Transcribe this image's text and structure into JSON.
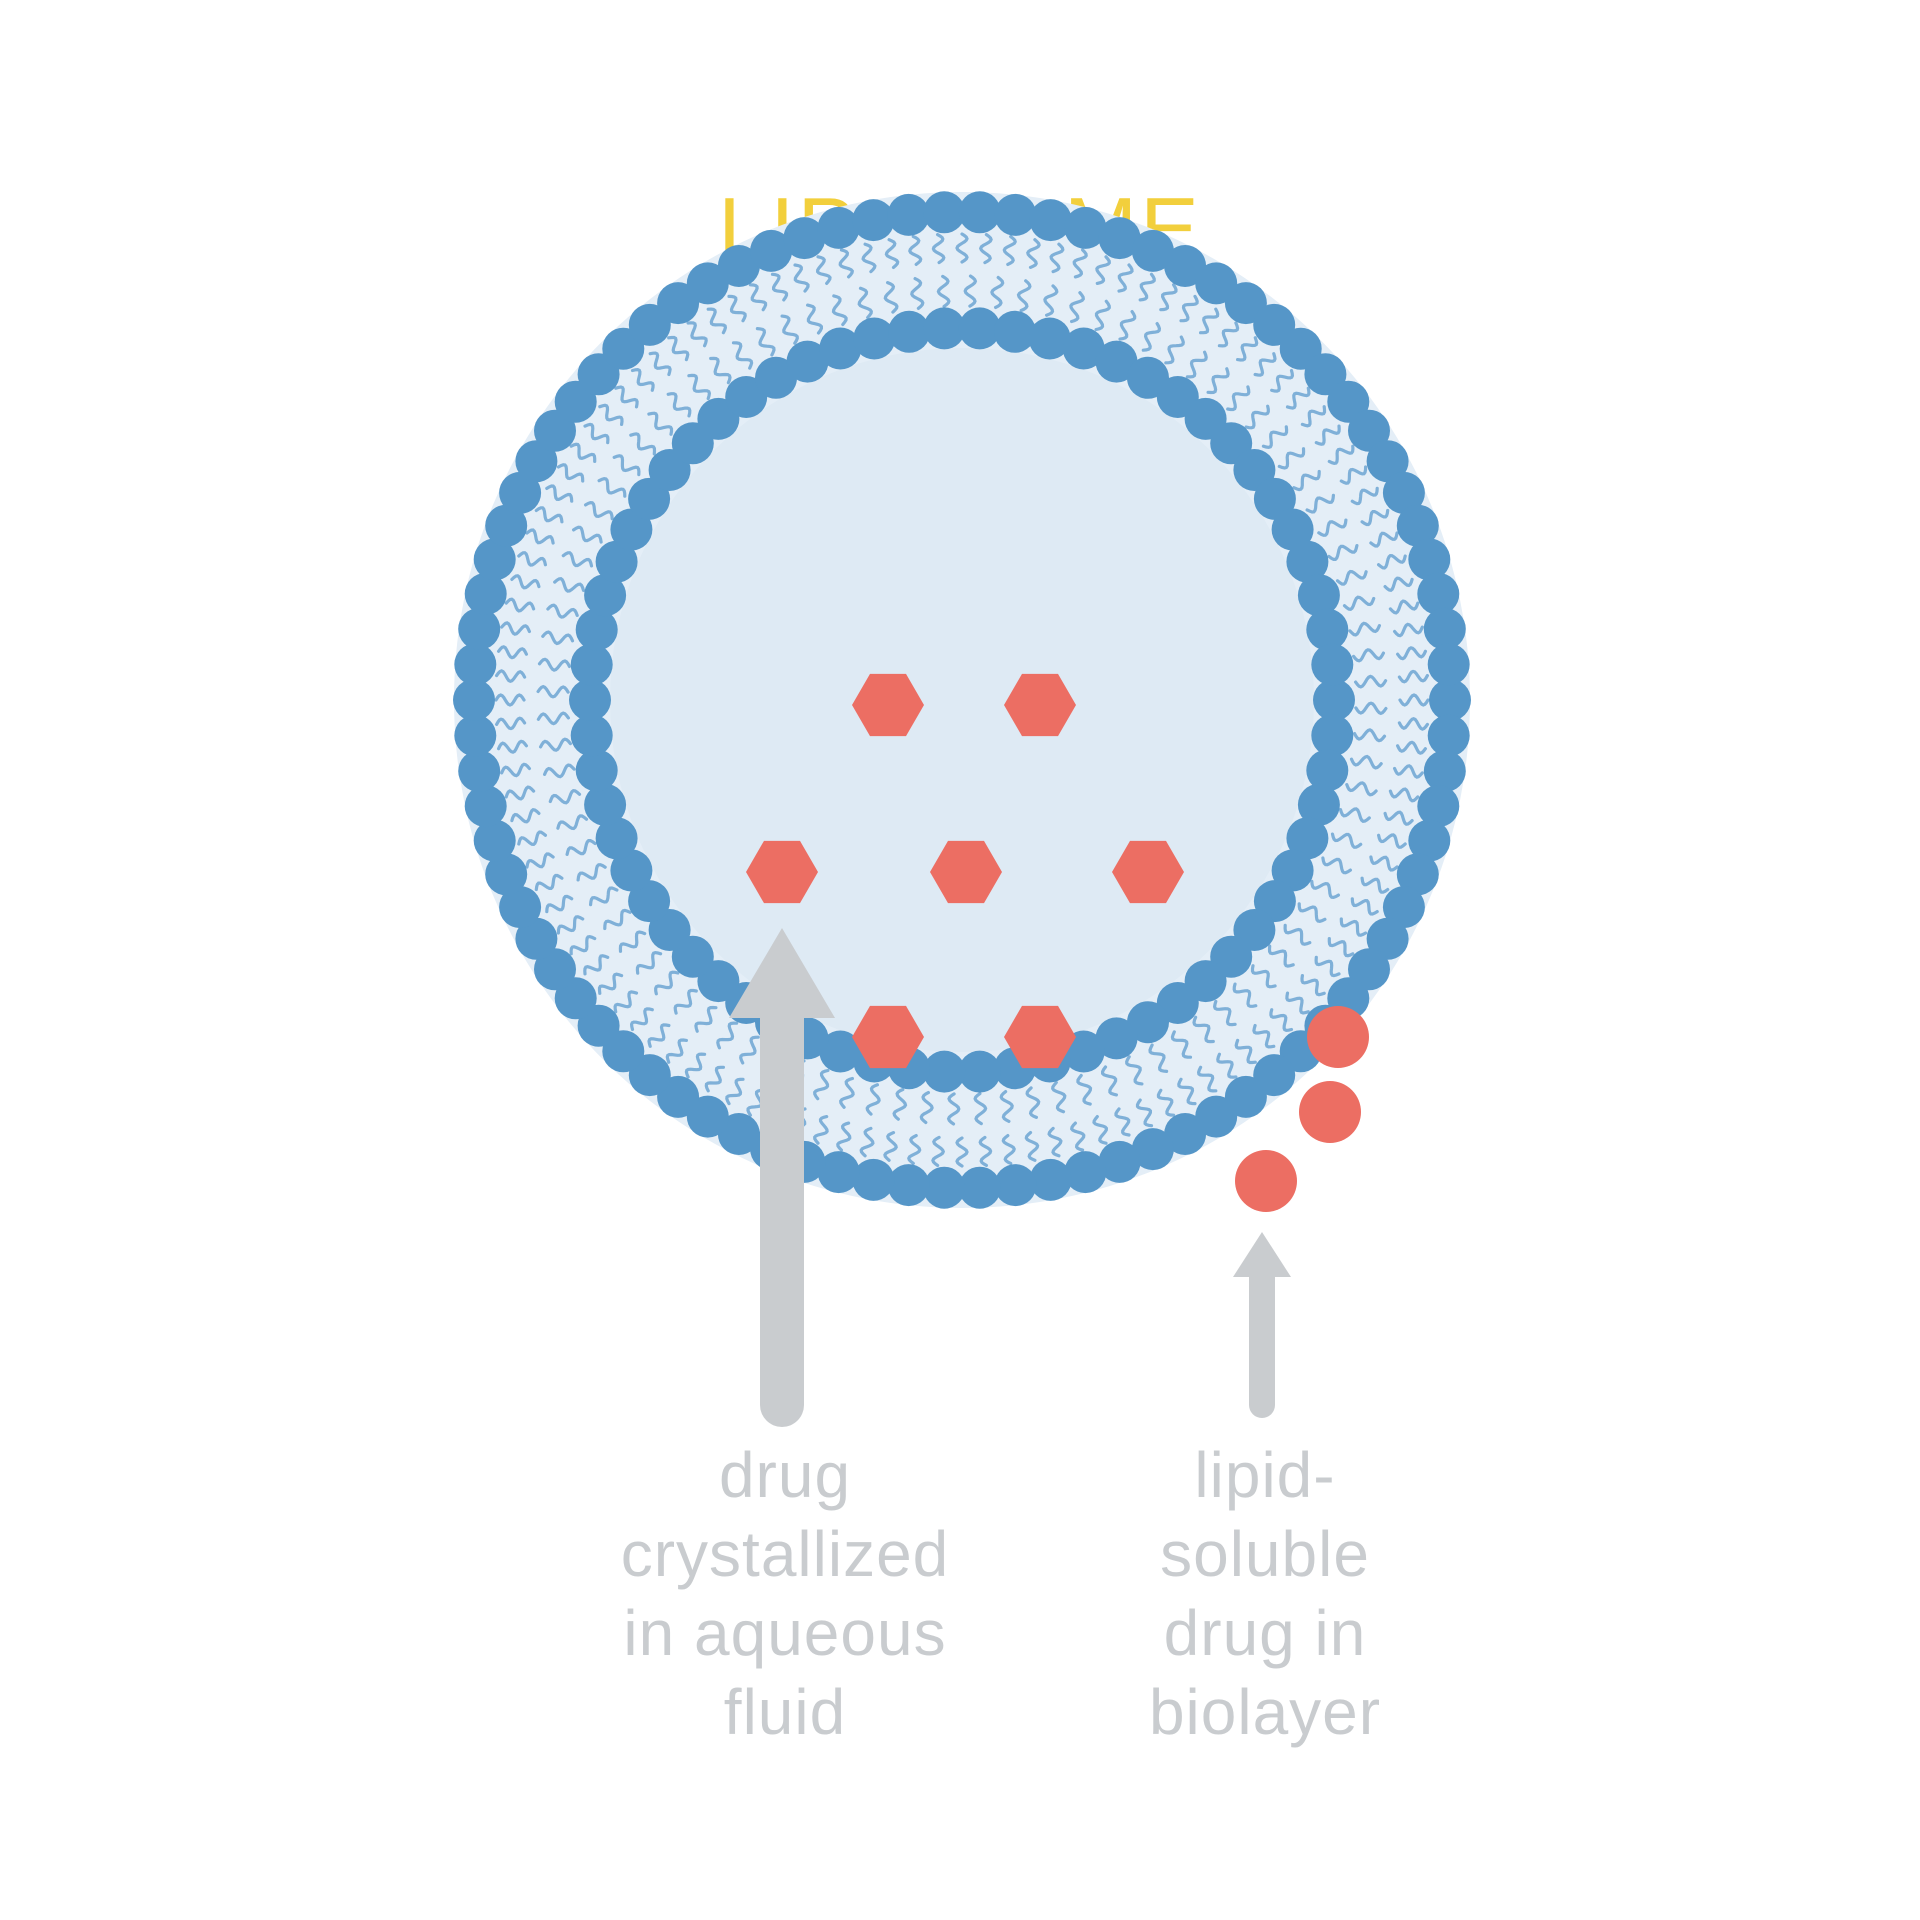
{
  "title": "LIPOSOME",
  "colors": {
    "title": "#f2cf3c",
    "lipid_head": "#5596c8",
    "lipid_tail": "#7fb0d8",
    "bilayer_fill": "#e4eef7",
    "aqueous_core": "#deeaf4",
    "drug": "#ec6e63",
    "arrow": "#c9cccf",
    "label": "#c9cccf"
  },
  "labels": {
    "aqueous_drug": [
      "drug",
      "crystallized",
      "in aqueous",
      "fluid"
    ],
    "lipid_drug": [
      "lipid-",
      "soluble",
      "drug in",
      "biolayer"
    ]
  },
  "icons": {
    "crystal_drug": "hexagon",
    "lipid_drug": "circle",
    "lipid_head": "circle",
    "lipid_tail": "wavy-line"
  }
}
